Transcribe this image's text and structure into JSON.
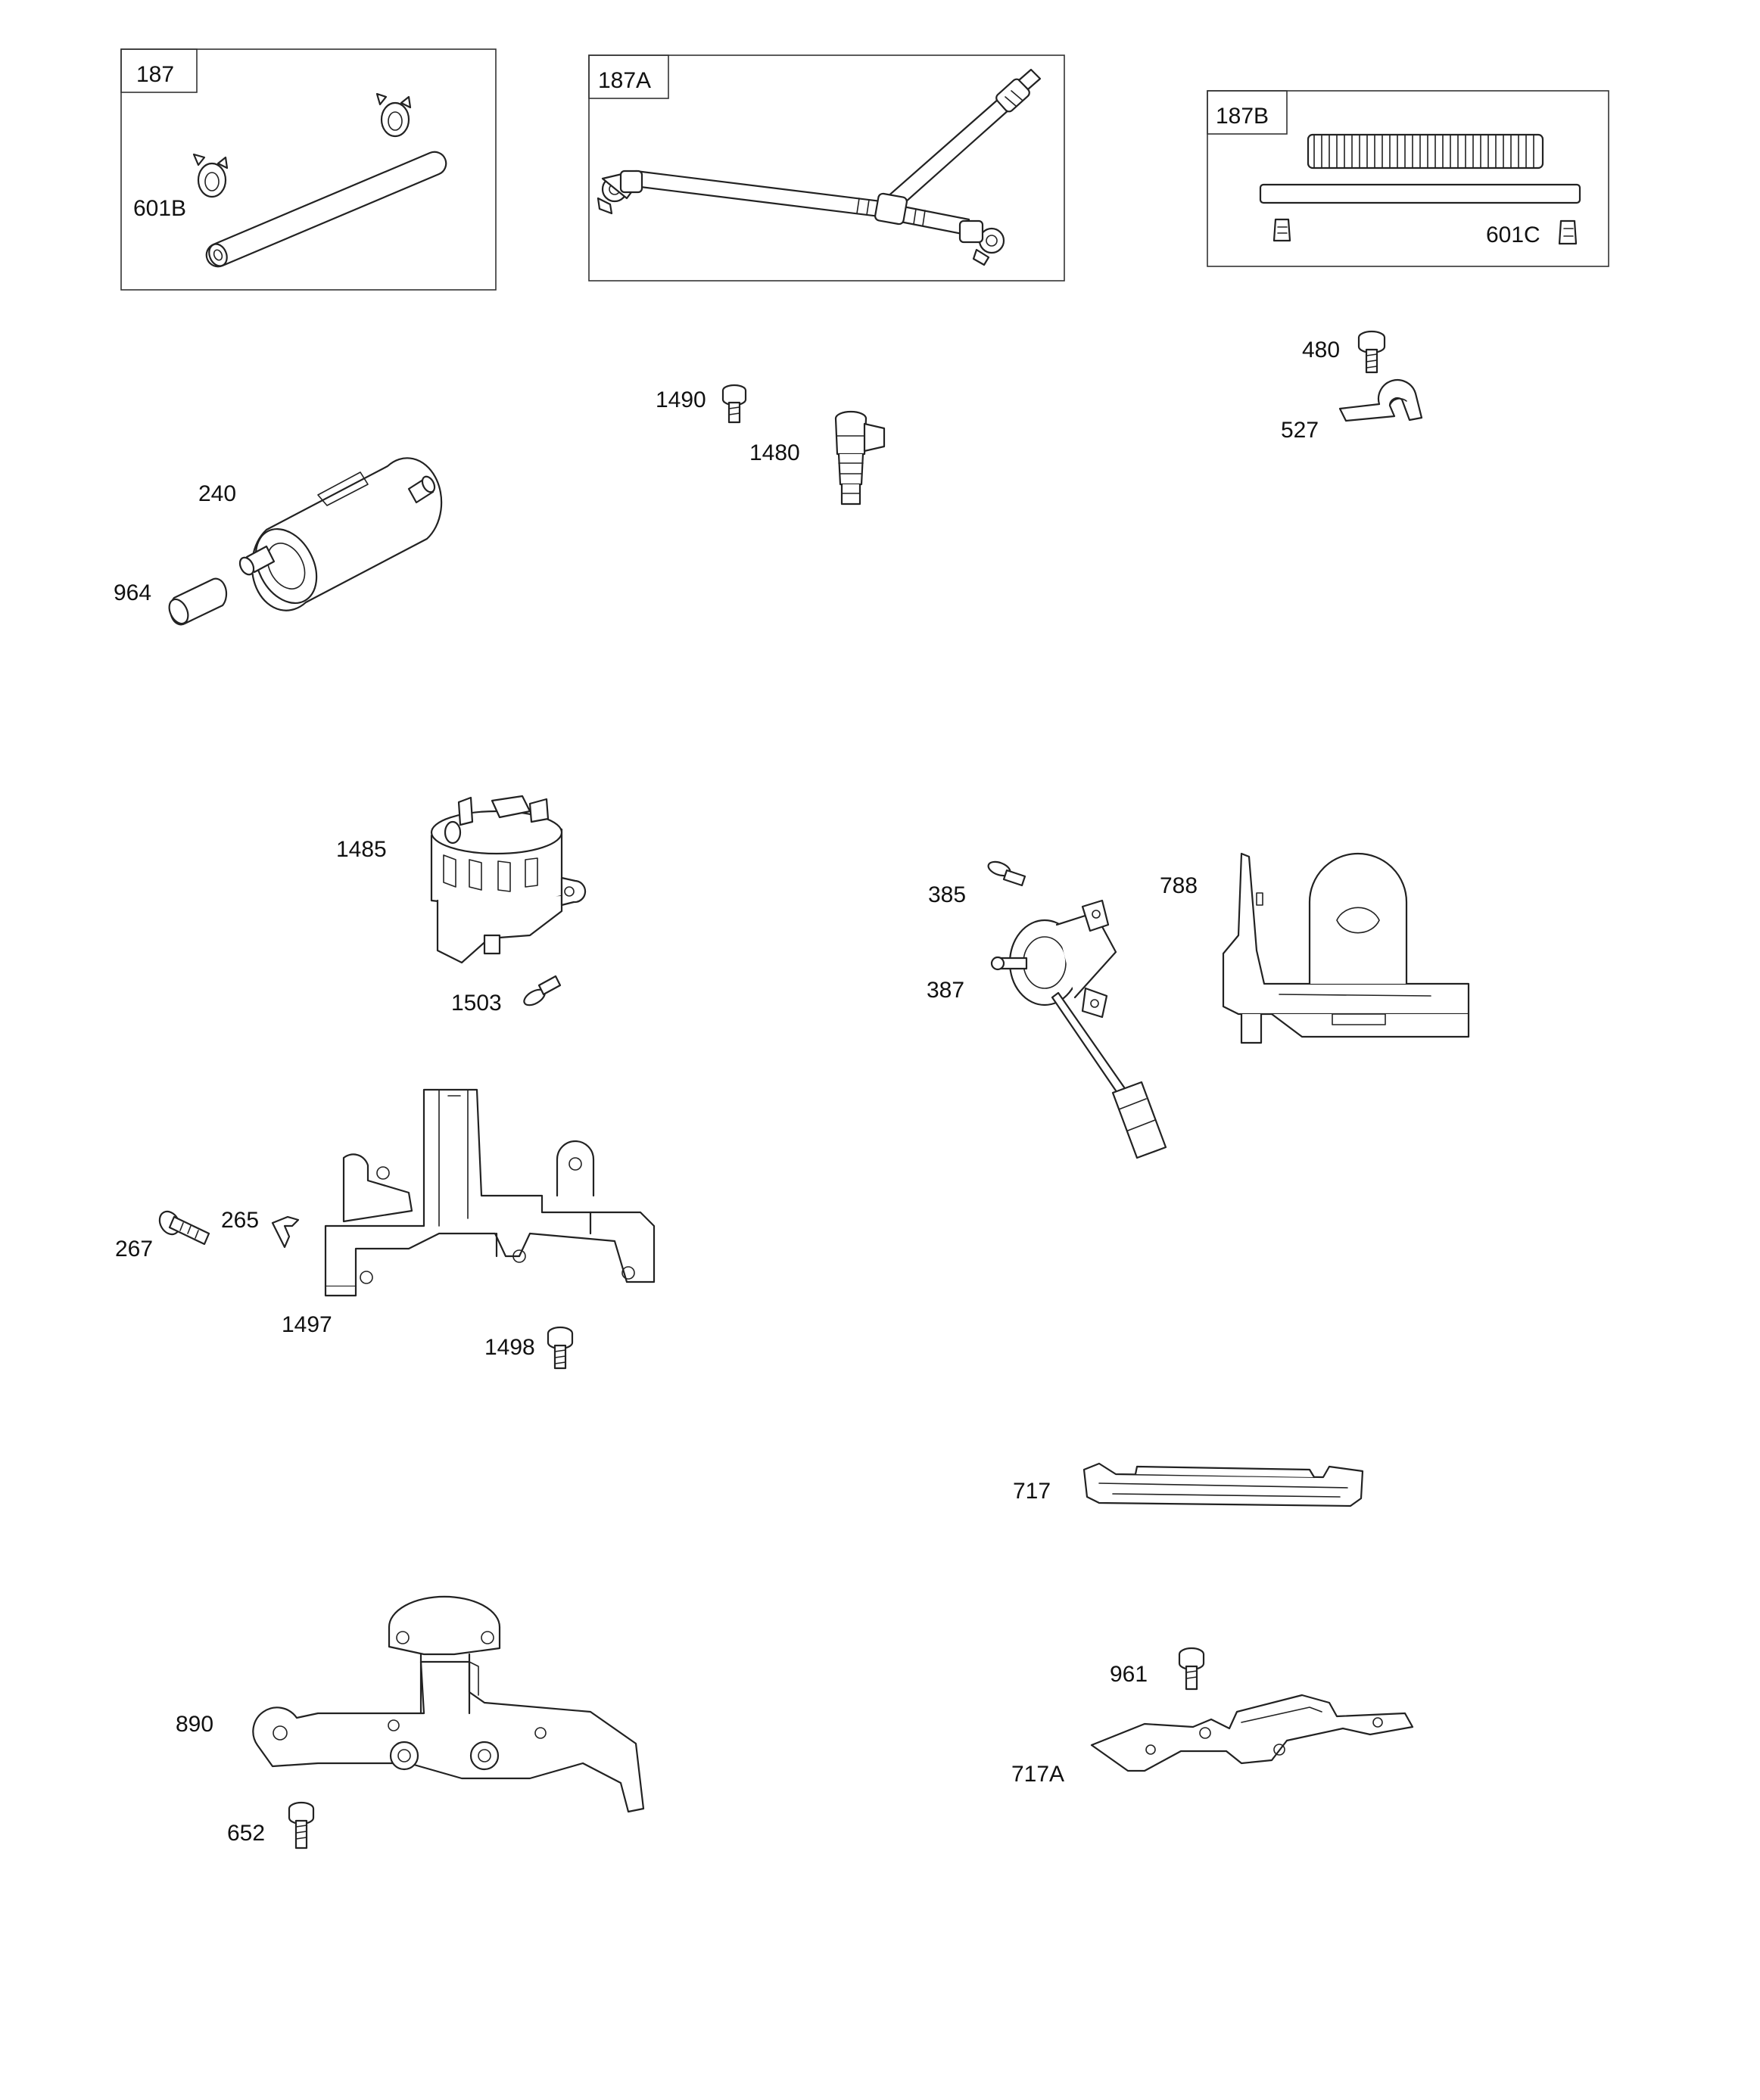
{
  "kits": {
    "k187": "187",
    "k187A": "187A",
    "k187B": "187B"
  },
  "labels": {
    "p601B": "601B",
    "p601C": "601C",
    "p480": "480",
    "p527": "527",
    "p1490": "1490",
    "p1480": "1480",
    "p240": "240",
    "p964": "964",
    "p1485": "1485",
    "p1503": "1503",
    "p385": "385",
    "p387": "387",
    "p788": "788",
    "p267": "267",
    "p265": "265",
    "p1497": "1497",
    "p1498": "1498",
    "p717": "717",
    "p961": "961",
    "p717A": "717A",
    "p890": "890",
    "p652": "652"
  }
}
